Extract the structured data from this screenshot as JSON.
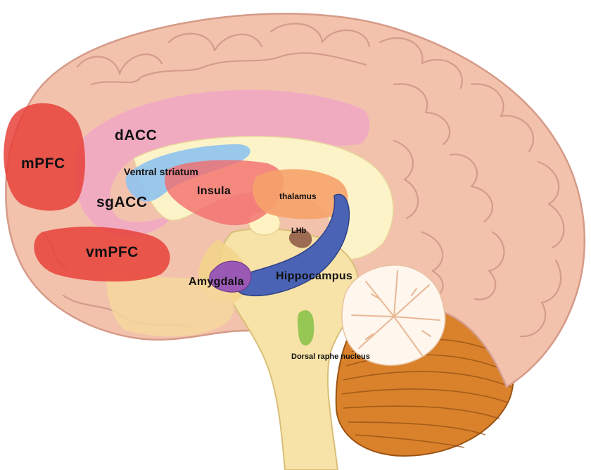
{
  "labels": {
    "mpfc": "mPFC",
    "dacc": "dACC",
    "ventral_striatum": "Ventral striatum",
    "insula": "Insula",
    "thalamus": "thalamus",
    "sgacc": "sgACC",
    "lhb": "LHb",
    "vmpfc": "vmPFC",
    "amygdala": "Amygdala",
    "hippocampus": "Hippocampus",
    "dorsal_raphe": "Dorsal raphe nucleus"
  },
  "colors": {
    "cortex": "#f2c2ad",
    "cortex_outline": "#d59a88",
    "corpus_callosum": "#fdf3c9",
    "pfc_highlight": "#e8413a",
    "acc_highlight": "#f1a8c3",
    "striatum": "#8fc3ee",
    "insula": "#f26d6d",
    "thalamus": "#f6a26a",
    "hippocampus": "#4a63b5",
    "amygdala": "#9b59b6",
    "lhb": "#9c6b52",
    "dorsal_raphe": "#8bc34a",
    "brainstem": "#f7e2a7",
    "cerebellum": "#d9822b",
    "cerebellum_white": "#fff6ee"
  }
}
